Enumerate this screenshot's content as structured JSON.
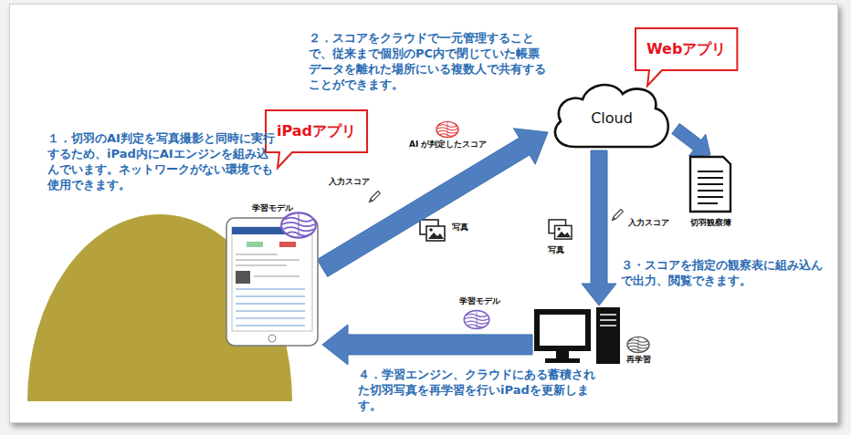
{
  "diagram": {
    "nodes": [
      {
        "text": [
          "Cloud"
        ]
      },
      {
        "text": [
          "Webアプリ"
        ]
      },
      {
        "text": [
          "iPadアプリ"
        ]
      },
      {
        "text": [
          "学習モデル"
        ]
      },
      {
        "text": [
          "切羽観察簿"
        ]
      },
      {
        "text": [
          "再学習"
        ]
      }
    ],
    "edges": [
      {
        "from": 3,
        "to": 0,
        "arrow": "to"
      },
      {
        "from": 0,
        "to": 4,
        "arrow": "to"
      },
      {
        "from": 0,
        "to": 5,
        "arrow": "to"
      },
      {
        "from": 5,
        "to": 3,
        "arrow": "to"
      }
    ],
    "labels": [
      "１．切羽のAI判定を写真撮影と同時に実行するため、iPad内にAIエンジンを組み込んでいます。ネットワークがない環境でも使用できます。",
      "２．スコアをクラウドで一元管理することで、従来まで個別のPC内で閉じていた帳票データを離れた場所にいる複数人で共有することができます。",
      "３・スコアを指定の観察表に組み込んで出力、閲覧できます。",
      "４．学習エンジン、クラウドにある蓄積された切羽写真を再学習を行いiPadを更新します。",
      "AI が判定したスコア",
      "入力スコア",
      "写真",
      "写真",
      "入力スコア",
      "学習モデル"
    ]
  }
}
